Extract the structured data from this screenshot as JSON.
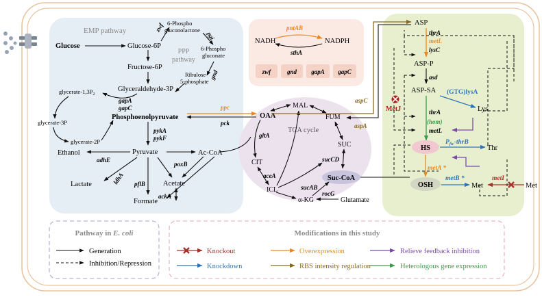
{
  "colors": {
    "cell_border": "#e8c4a0",
    "emp_bg": "#e6eef5",
    "nadh_bg": "#fbe9e3",
    "tca_bg": "#ece2ee",
    "met_bg": "#e8efcf",
    "legend_left_border": "#b8b4dc",
    "legend_right_border": "#f0b4c4",
    "knockout": "#a5322a",
    "overexpression": "#e8891f",
    "feedback": "#7b4aa8",
    "knockdown": "#2e73b8",
    "rbs": "#8a6a1e",
    "heterologous": "#3e9a4a",
    "metj": "#b02222",
    "gray_label": "#8a8a8a"
  },
  "labels": {
    "emp_pathway": "EMP pathway",
    "ppp_pathway_line1": "PPP",
    "ppp_pathway_line2": "pathway",
    "tca_cycle": "TCA cycle"
  },
  "metabolites": {
    "glucose": "Glucose",
    "glucose6p": "Glucose-6P",
    "phosphogluconolactone_l1": "6-Phospho",
    "phosphogluconolactone_l2": "gluconolactone",
    "phosphogluconate_l1": "6-Phospho",
    "phosphogluconate_l2": "gluconate",
    "fructose6p": "Fructose-6P",
    "ribulose_l1": "Ribulose",
    "ribulose_l2": "5-phosphate",
    "glyceraldehyde3p": "Glyceraldehyde-3P",
    "glycerate13p": "glycerate-1,3P",
    "glycerate13p_sub": "2",
    "glycerate3p": "glycerate-3P",
    "glycerate2p": "glycerate-2P",
    "pep": "Phosphoenolpyruvate",
    "pyruvate": "Pyruvate",
    "ethanol": "Ethanol",
    "accoa": "Ac-CoA",
    "lactate": "Lactate",
    "acetate": "Acetate",
    "formate": "Formate",
    "nadh": "NADH",
    "nadph": "NADPH",
    "oaa": "OAA",
    "mal": "MAL",
    "fum": "FUM",
    "suc": "SUC",
    "cit": "CIT",
    "icl": "ICL",
    "succoa": "Suc-CoA",
    "akg": "α-KG",
    "glutamate": "Glutamate",
    "asp": "ASP",
    "aspp": "ASP-P",
    "aspsa": "ASP-SA",
    "lys": "Lys",
    "hs": "HS",
    "thr": "Thr",
    "osh": "OSH",
    "met_inside": "Met",
    "met_outside": "Met"
  },
  "genes": {
    "zwf": "zwf",
    "pgi": "pgi",
    "gnd": "gnd",
    "gapA": "gapA",
    "gapC": "gapC",
    "pykA": "pykA",
    "pykF": "pykF",
    "adhE": "adhE",
    "ldhA": "ldhA",
    "pflB": "pflB",
    "poxB": "poxB",
    "ackA": "ackA",
    "ppc": "ppc",
    "pck": "pck",
    "pntAB": "pntAB",
    "sthA": "sthA",
    "box_zwf": "zwf",
    "box_gnd": "gnd",
    "box_gapA": "gapA",
    "box_gapC": "gapC",
    "gltA": "gltA",
    "aceA": "aceA",
    "sucAB": "sucAB",
    "sucCD": "sucCD",
    "rocG": "rocG",
    "aspC": "aspC",
    "aspA": "aspA",
    "thrA_1": "thrA",
    "metL_1": "metL",
    "lysC": "lysC",
    "asd": "asd",
    "metJ": "MetJ",
    "gtg_lysA": "(GTG)lysA",
    "thrA_2": "thrA",
    "hom": "(hom)",
    "metL_2": "metL",
    "pfic_thrB": "P",
    "pfic_sub": "fic",
    "pfic_suffix": "-thrB",
    "metA": "metA *",
    "metB": "metB *",
    "metI": "metI"
  },
  "legend": {
    "left_title": "Pathway in E. coli",
    "left_title_plain": "Pathway in ",
    "left_title_italic": "E. coli",
    "generation": "Generation",
    "inhibition": "Inhibition/Repression",
    "right_title": "Modifications in this study",
    "knockout": "Knockout",
    "overexpression": "Overexpression",
    "feedback": "Relieve feedback inhibition",
    "knockdown": "Knockdown",
    "rbs": "RBS intensity regulation",
    "heterologous": "Heterologous gene expression"
  }
}
